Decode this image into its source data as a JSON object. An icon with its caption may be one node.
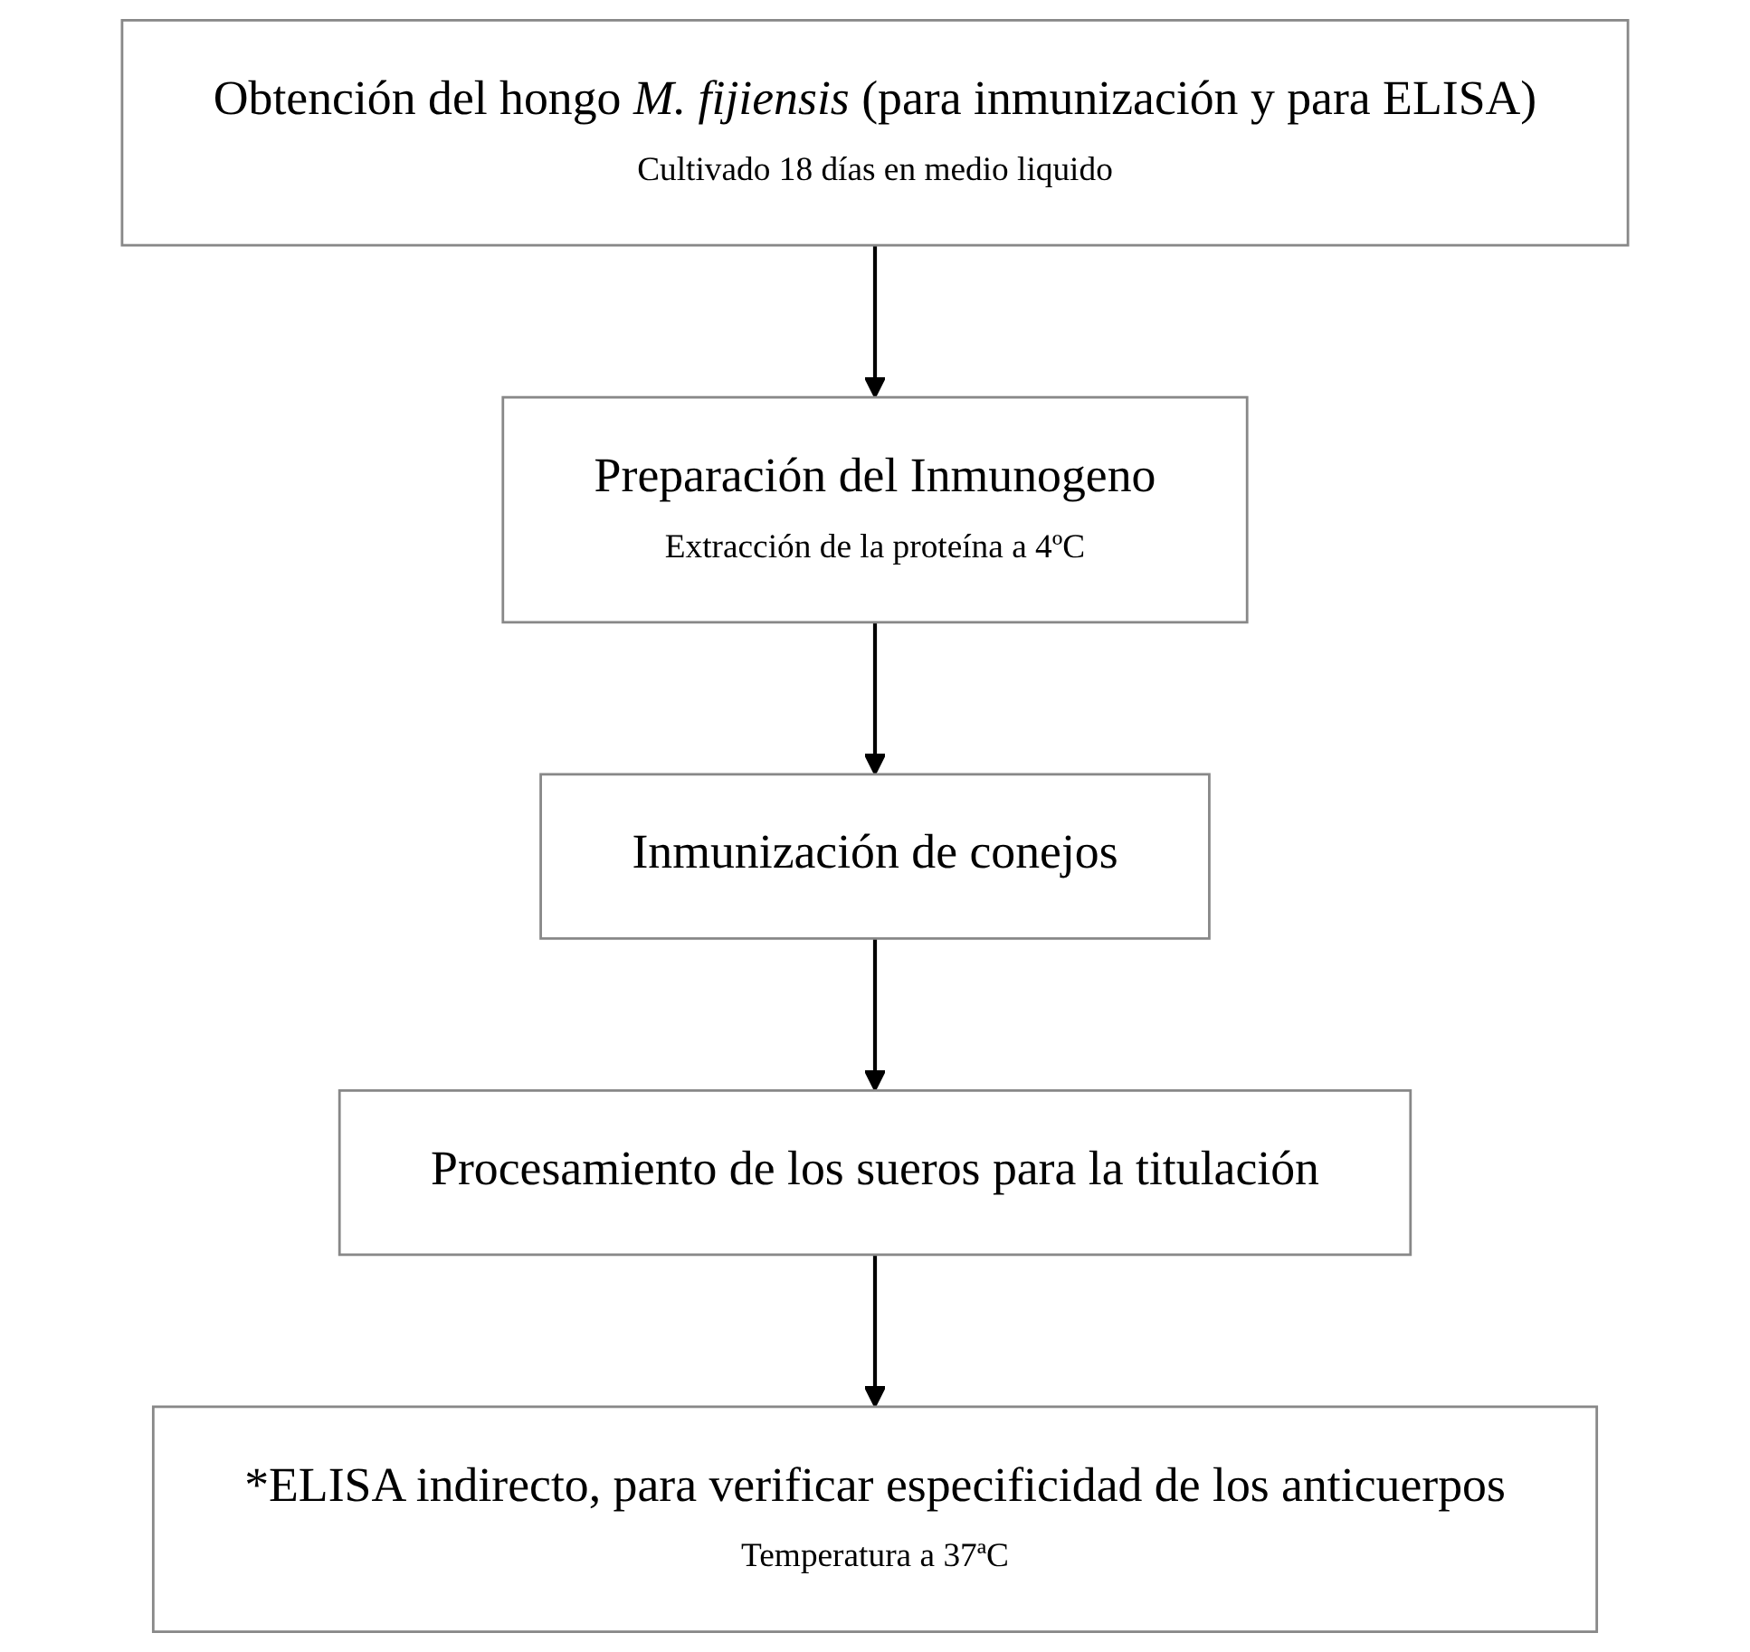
{
  "diagram": {
    "nodes": [
      {
        "text": [
          "Obtención del hongo *M. fijiensis* (para inmunización y para ELISA)",
          "Cultivado 18 días en medio liquido"
        ]
      },
      {
        "text": [
          "Preparación del Inmunogeno",
          "Extracción de la proteína a 4ºC"
        ]
      },
      {
        "text": [
          "Inmunización de conejos"
        ]
      },
      {
        "text": [
          "Procesamiento de los sueros para la titulación"
        ]
      },
      {
        "text": [
          "*ELISA indirecto, para verificar especificidad de los anticuerpos",
          "Temperatura a 37ªC"
        ]
      }
    ],
    "edges": [
      {
        "from": 0,
        "to": 1,
        "arrow": "to"
      },
      {
        "from": 1,
        "to": 2,
        "arrow": "to"
      },
      {
        "from": 2,
        "to": 3,
        "arrow": "to"
      },
      {
        "from": 3,
        "to": 4,
        "arrow": "to"
      }
    ]
  }
}
